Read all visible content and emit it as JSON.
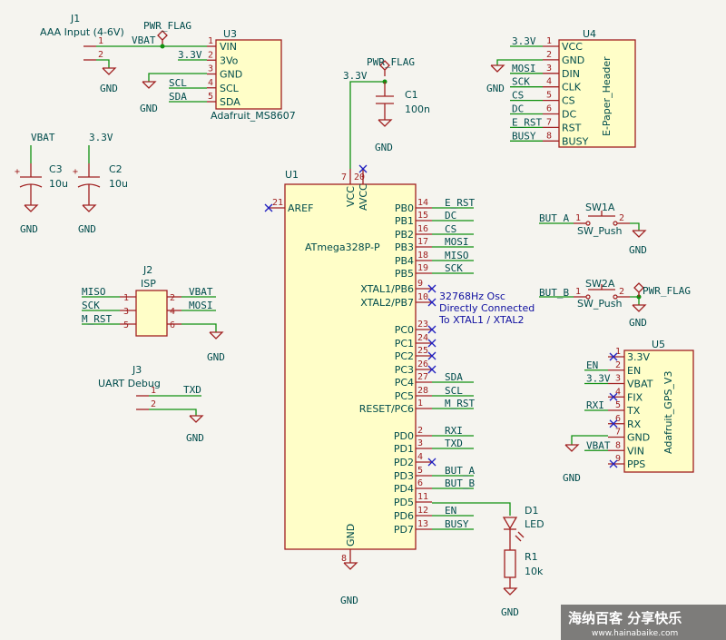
{
  "j1": {
    "ref": "J1",
    "value": "AAA Input (4-6V)",
    "pin1": "1",
    "pin2": "2",
    "net": "VBAT"
  },
  "u3": {
    "ref": "U3",
    "value": "Adafruit_MS8607",
    "pins": [
      {
        "num": "1",
        "name": "VIN"
      },
      {
        "num": "2",
        "name": "3Vo"
      },
      {
        "num": "3",
        "name": "GND"
      },
      {
        "num": "4",
        "name": "SCL"
      },
      {
        "num": "5",
        "name": "SDA"
      }
    ],
    "nets": [
      "3.3V",
      "SCL",
      "SDA"
    ]
  },
  "u4": {
    "ref": "U4",
    "value": "E-Paper_Header",
    "pins": [
      {
        "num": "1",
        "name": "VCC",
        "net": "3.3V"
      },
      {
        "num": "2",
        "name": "GND",
        "net": ""
      },
      {
        "num": "3",
        "name": "DIN",
        "net": "MOSI"
      },
      {
        "num": "4",
        "name": "CLK",
        "net": "SCK"
      },
      {
        "num": "5",
        "name": "CS",
        "net": "CS"
      },
      {
        "num": "6",
        "name": "DC",
        "net": "DC"
      },
      {
        "num": "7",
        "name": "RST",
        "net": "E_RST"
      },
      {
        "num": "8",
        "name": "BUSY",
        "net": "BUSY"
      }
    ]
  },
  "c1": {
    "ref": "C1",
    "value": "100n",
    "net": "3.3V"
  },
  "c2": {
    "ref": "C2",
    "value": "10u",
    "net": "3.3V"
  },
  "c3": {
    "ref": "C3",
    "value": "10u",
    "net": "VBAT"
  },
  "pwr_flag": "PWR_FLAG",
  "gnd": "GND",
  "u1": {
    "ref": "U1",
    "value": "ATmega328P-P",
    "vcc": {
      "num": "7",
      "name": "VCC"
    },
    "avcc": {
      "num": "20",
      "name": "AVCC"
    },
    "aref": {
      "num": "21",
      "name": "AREF"
    },
    "gndpin": {
      "num": "8",
      "name": "GND"
    },
    "right_pins": [
      {
        "num": "14",
        "name": "PB0",
        "net": "E_RST"
      },
      {
        "num": "15",
        "name": "PB1",
        "net": "DC"
      },
      {
        "num": "16",
        "name": "PB2",
        "net": "CS"
      },
      {
        "num": "17",
        "name": "PB3",
        "net": "MOSI"
      },
      {
        "num": "18",
        "name": "PB4",
        "net": "MISO"
      },
      {
        "num": "19",
        "name": "PB5",
        "net": "SCK"
      },
      {
        "num": "9",
        "name": "XTAL1/PB6",
        "net": ""
      },
      {
        "num": "10",
        "name": "XTAL2/PB7",
        "net": ""
      },
      {
        "num": "23",
        "name": "PC0",
        "net": ""
      },
      {
        "num": "24",
        "name": "PC1",
        "net": ""
      },
      {
        "num": "25",
        "name": "PC2",
        "net": ""
      },
      {
        "num": "26",
        "name": "PC3",
        "net": ""
      },
      {
        "num": "27",
        "name": "PC4",
        "net": "SDA"
      },
      {
        "num": "28",
        "name": "PC5",
        "net": "SCL"
      },
      {
        "num": "1",
        "name": "RESET/PC6",
        "net": "M_RST"
      },
      {
        "num": "2",
        "name": "PD0",
        "net": "RXI"
      },
      {
        "num": "3",
        "name": "PD1",
        "net": "TXD"
      },
      {
        "num": "4",
        "name": "PD2",
        "net": ""
      },
      {
        "num": "5",
        "name": "PD3",
        "net": "BUT_A"
      },
      {
        "num": "6",
        "name": "PD4",
        "net": "BUT_B"
      },
      {
        "num": "11",
        "name": "PD5",
        "net": ""
      },
      {
        "num": "12",
        "name": "PD6",
        "net": "EN"
      },
      {
        "num": "13",
        "name": "PD7",
        "net": "BUSY"
      }
    ]
  },
  "xtal_note": [
    "32768Hz Osc",
    "Directly Connected",
    "To XTAL1 / XTAL2"
  ],
  "j2": {
    "ref": "J2",
    "value": "ISP",
    "left": [
      {
        "num": "1",
        "net": "MISO"
      },
      {
        "num": "3",
        "net": "SCK"
      },
      {
        "num": "5",
        "net": "M_RST"
      }
    ],
    "right": [
      {
        "num": "2",
        "net": "VBAT"
      },
      {
        "num": "4",
        "net": "MOSI"
      },
      {
        "num": "6",
        "net": ""
      }
    ]
  },
  "j3": {
    "ref": "J3",
    "value": "UART Debug",
    "pin1": "1",
    "pin2": "2",
    "net": "TXD"
  },
  "sw1": {
    "ref": "SW1A",
    "value": "SW_Push",
    "net": "BUT_A",
    "pin1": "1",
    "pin2": "2"
  },
  "sw2": {
    "ref": "SW2A",
    "value": "SW_Push",
    "net": "BUT_B",
    "pin1": "1",
    "pin2": "2"
  },
  "u5": {
    "ref": "U5",
    "value": "Adafruit_GPS_V3",
    "pins": [
      {
        "num": "1",
        "name": "3.3V",
        "net": ""
      },
      {
        "num": "2",
        "name": "EN",
        "net": "EN"
      },
      {
        "num": "3",
        "name": "VBAT",
        "net": "3.3V"
      },
      {
        "num": "4",
        "name": "FIX",
        "net": ""
      },
      {
        "num": "5",
        "name": "TX",
        "net": "RXI"
      },
      {
        "num": "6",
        "name": "RX",
        "net": ""
      },
      {
        "num": "7",
        "name": "GND",
        "net": ""
      },
      {
        "num": "8",
        "name": "VIN",
        "net": "VBAT"
      },
      {
        "num": "9",
        "name": "PPS",
        "net": ""
      }
    ]
  },
  "d1": {
    "ref": "D1",
    "value": "LED"
  },
  "r1": {
    "ref": "R1",
    "value": "10k"
  },
  "watermark": {
    "title": "海纳百客 分享快乐",
    "url": "www.hainabaike.com"
  }
}
